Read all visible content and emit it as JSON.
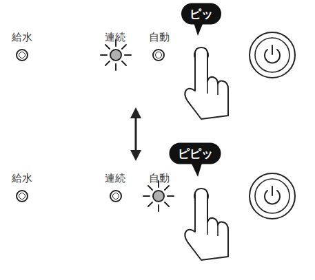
{
  "diagram": {
    "nodes": [
      {
        "text": [
          "ピッ"
        ]
      },
      {
        "text": [
          "ピピッ"
        ]
      }
    ],
    "labels": [
      "給水",
      "連続",
      "自動",
      "給水",
      "連続",
      "自動"
    ]
  }
}
